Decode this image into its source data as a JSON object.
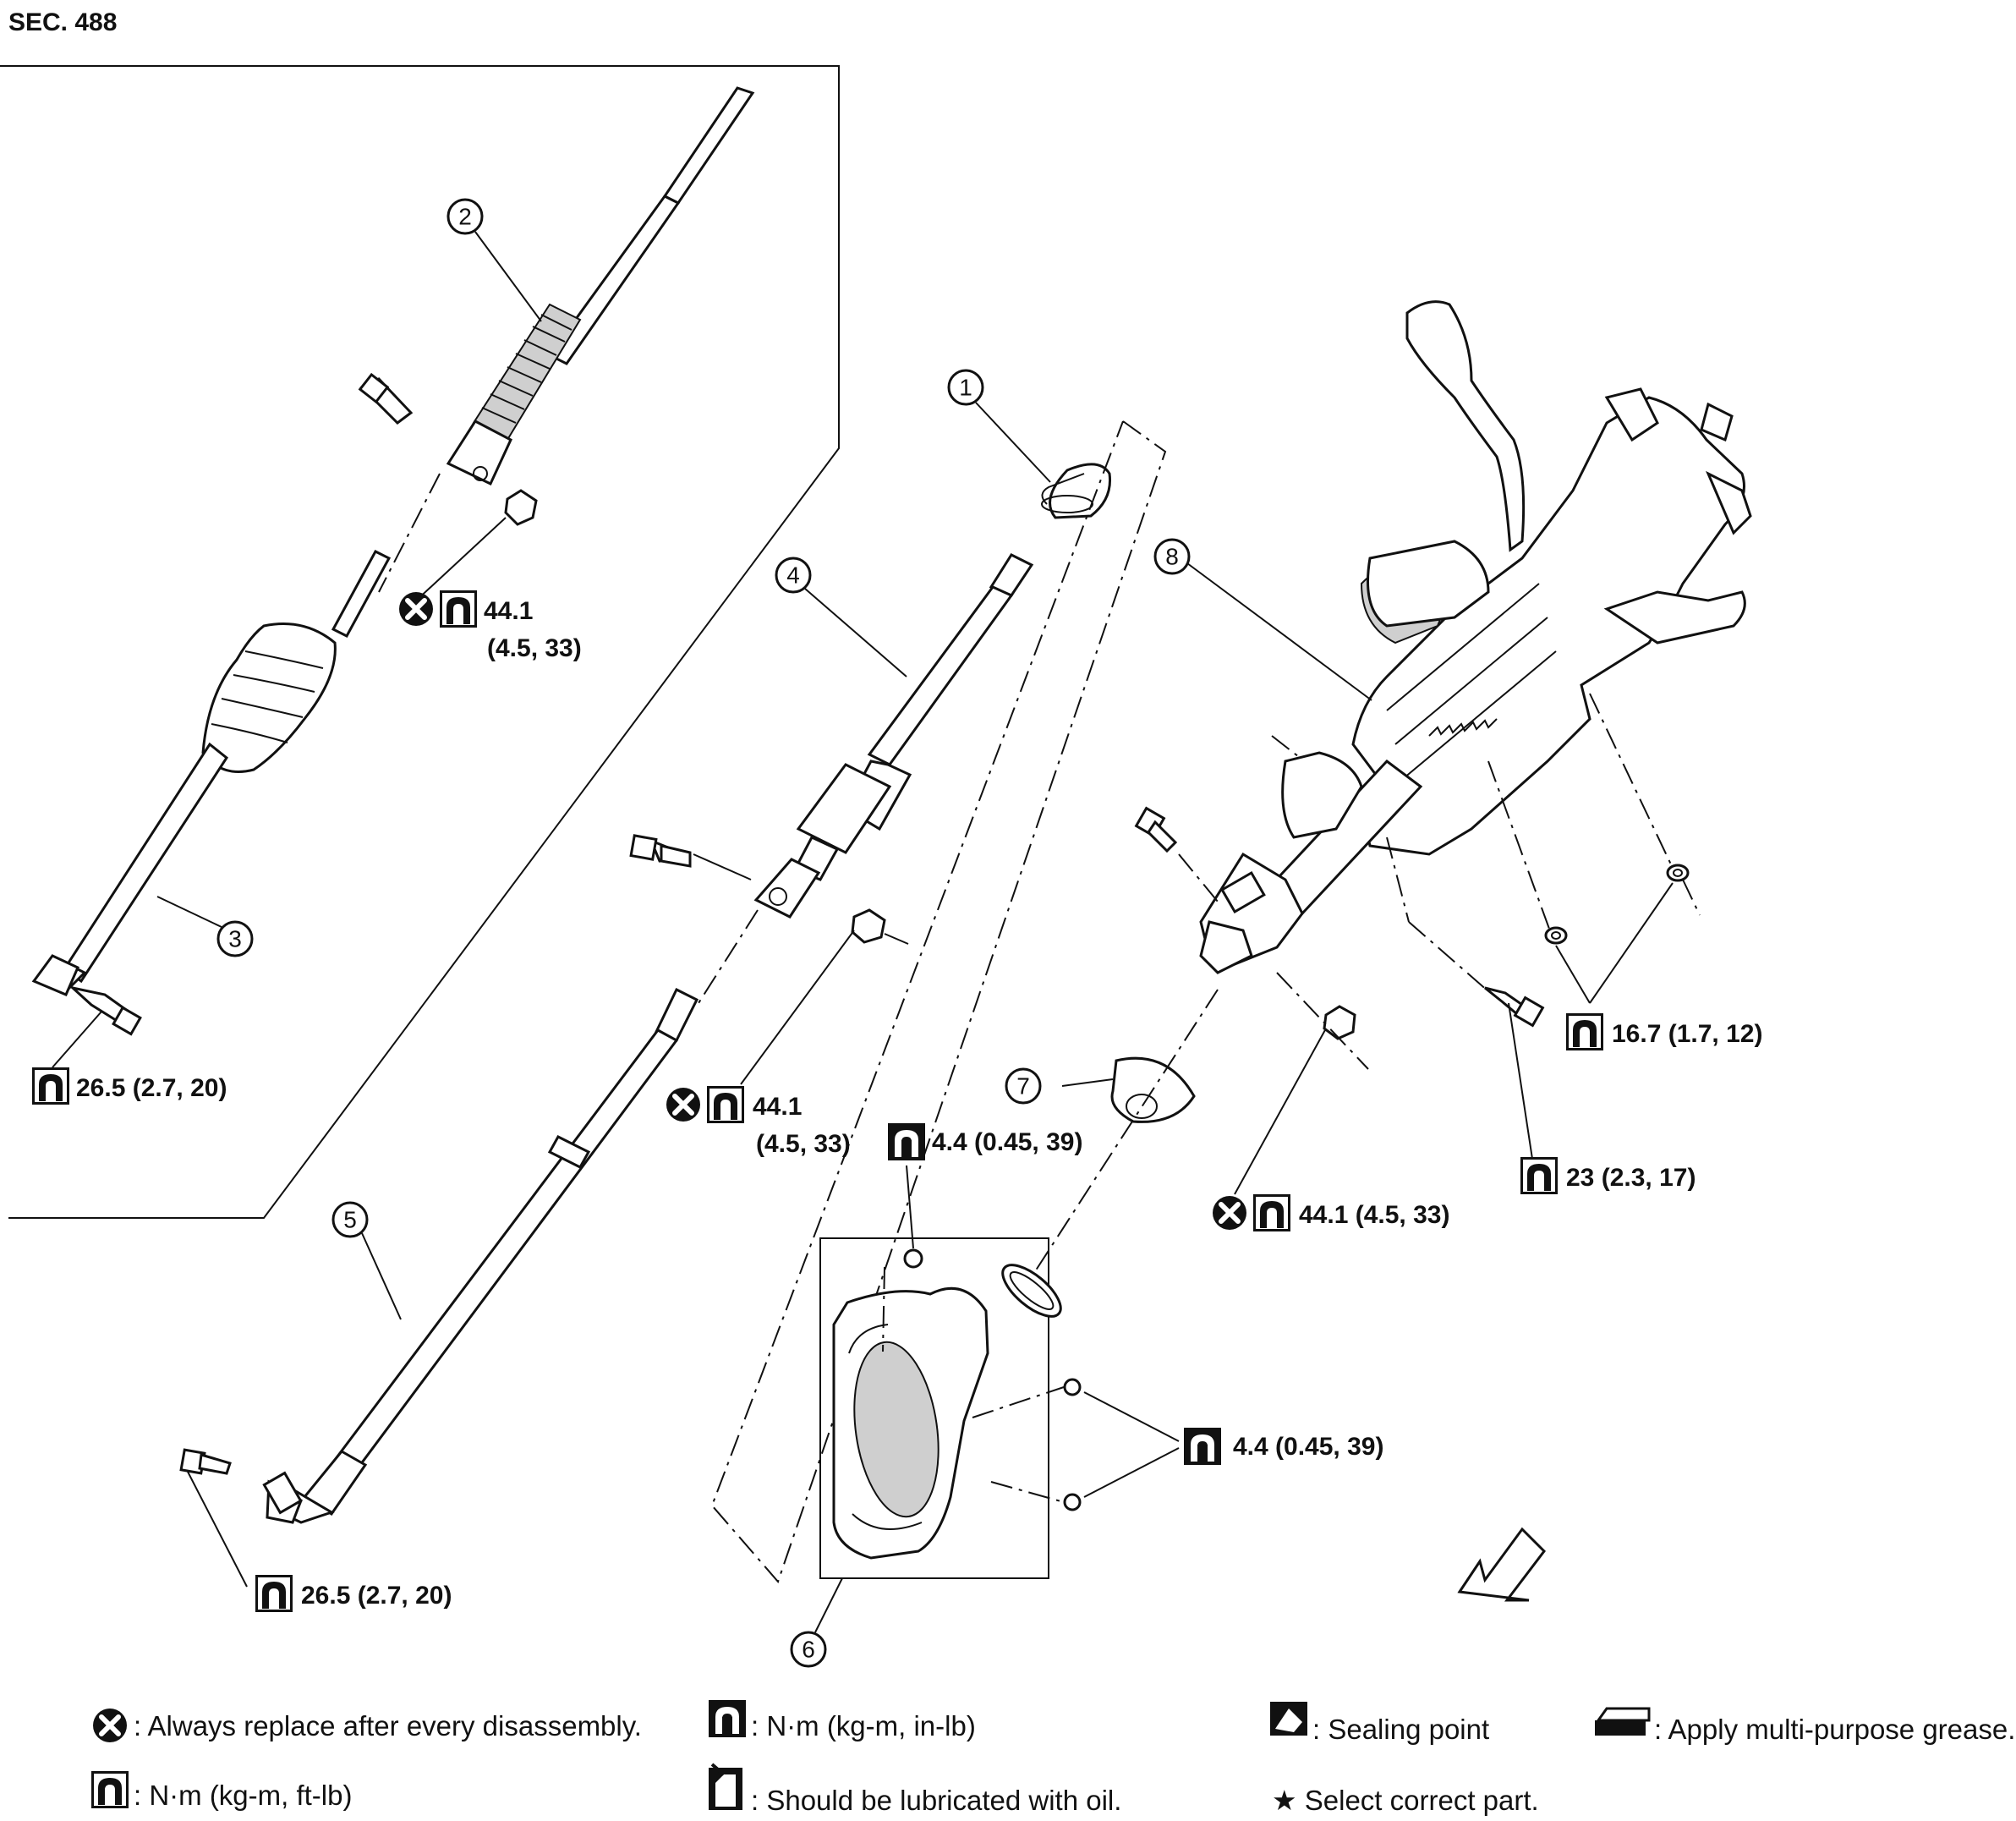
{
  "section": "SEC. 488",
  "callouts": [
    "1",
    "2",
    "3",
    "4",
    "5",
    "6",
    "7",
    "8"
  ],
  "torques": {
    "t_44_top_left": [
      "44.1",
      "(4.5, 33)"
    ],
    "t_26_left": "26.5 (2.7, 20)",
    "t_44_mid": [
      "44.1",
      "(4.5, 33)"
    ],
    "t_4_4_a": "4.4 (0.45, 39)",
    "t_4_4_b": "4.4 (0.45, 39)",
    "t_26_bottom": "26.5 (2.7, 20)",
    "t_16_7": "16.7 (1.7, 12)",
    "t_23": "23 (2.3, 17)",
    "t_44_right": "44.1 (4.5, 33)"
  },
  "legend": {
    "replace": ": Always replace after every disassembly.",
    "nm_inlb": ": N·m (kg-m, in-lb)",
    "sealing": ": Sealing point",
    "grease": ": Apply multi-purpose grease.",
    "nm_ftlb": ": N·m (kg-m, ft-lb)",
    "oil": ": Should be lubricated with oil.",
    "select": "★ Select correct part."
  },
  "icons": [
    "replace-x-icon",
    "torque-ftlb-icon",
    "torque-inlb-icon",
    "sealing-point-icon",
    "grease-icon",
    "oil-can-icon",
    "front-arrow-icon"
  ]
}
